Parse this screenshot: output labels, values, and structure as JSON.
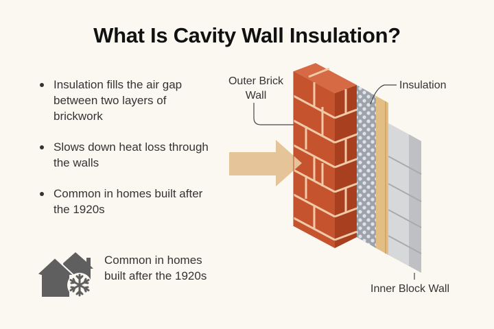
{
  "title": "What Is Cavity Wall Insulation?",
  "bullets": [
    {
      "text": "Insulation fills the air gap between two layers of brickwork"
    },
    {
      "text": "Slows down heat loss through the walls"
    },
    {
      "text": "Common in homes built after the 1920s"
    }
  ],
  "callout": {
    "icon": "house-snowflake-icon",
    "text": "Common in homes built after the 1920s"
  },
  "diagram": {
    "labels": {
      "outer_wall": "Outer Brick Wall",
      "insulation": "Insulation",
      "inner_wall": "Inner Block Wall"
    },
    "arrow_icon": "heat-arrow-icon",
    "colors": {
      "brick": "#c4532e",
      "brick_dark": "#a8401f",
      "mortar": "#f1c9a6",
      "insulation": "#9da3ac",
      "insulation_dots": "#dfe3e8",
      "membrane": "#e2bd84",
      "block": "#d7d8da",
      "block_side": "#b9babd",
      "arrow": "#e6c49a",
      "background": "#fbf8f2"
    }
  }
}
